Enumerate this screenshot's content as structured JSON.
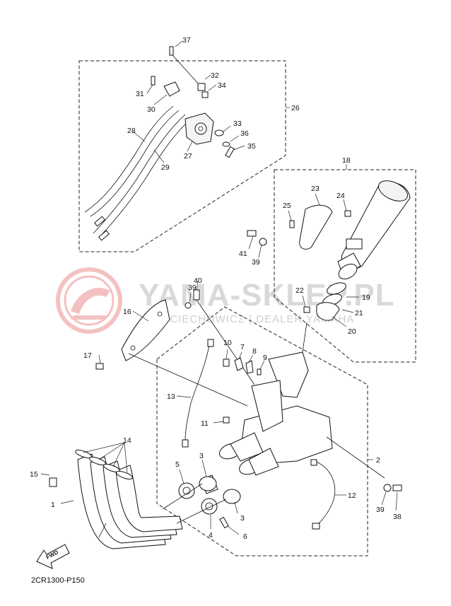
{
  "diagram": {
    "code_label": "2CR1300-P150",
    "fwd_label": "FWD",
    "watermark": {
      "main_text": "YAMA-SKLEP.PL",
      "sub_text": "WOJCIECHOWICZ | DEALER YAMAHA",
      "color": "#e05050"
    },
    "callouts": [
      "1",
      "2",
      "3",
      "3",
      "4",
      "5",
      "6",
      "7",
      "8",
      "9",
      "10",
      "11",
      "12",
      "13",
      "14",
      "15",
      "16",
      "17",
      "18",
      "19",
      "20",
      "21",
      "22",
      "23",
      "24",
      "25",
      "26",
      "27",
      "28",
      "29",
      "30",
      "31",
      "32",
      "33",
      "34",
      "35",
      "36",
      "37",
      "38",
      "39",
      "39",
      "39",
      "40",
      "41"
    ]
  }
}
